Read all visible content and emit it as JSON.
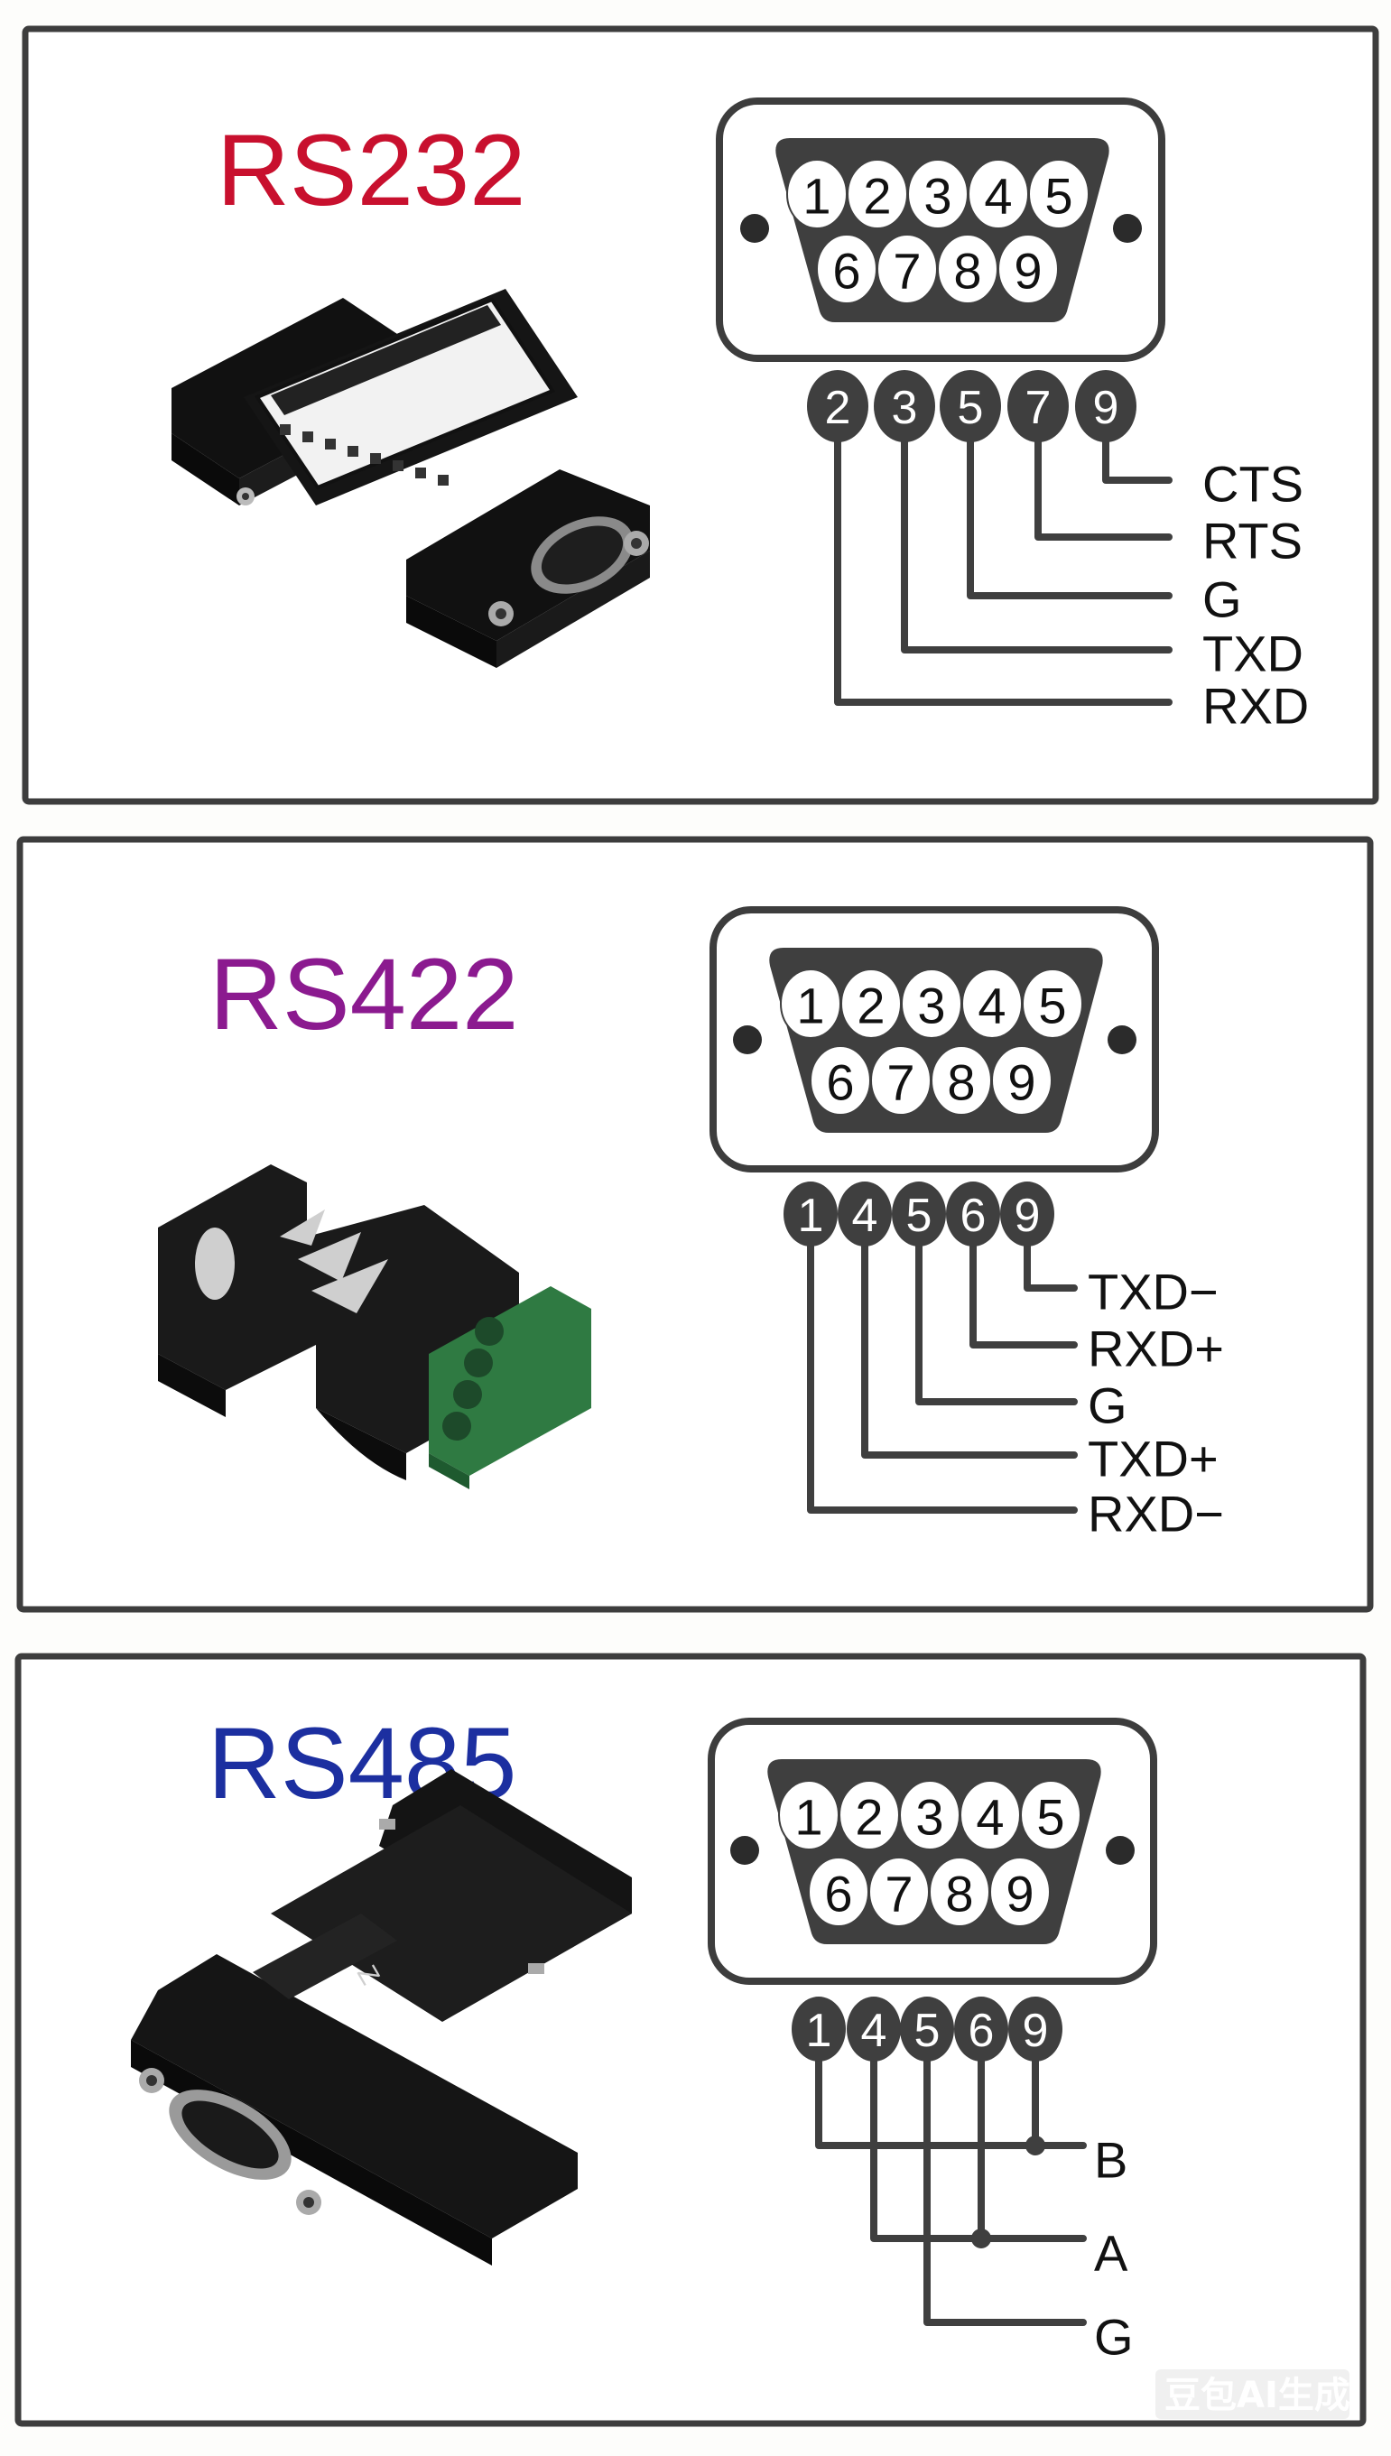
{
  "panels": [
    {
      "id": "rs232",
      "title": "RS232",
      "title_color": "#c8102e",
      "device": "rs232-adapter-photo",
      "connector": {
        "type": "DB9",
        "pins_row1": [
          "1",
          "2",
          "3",
          "4",
          "5"
        ],
        "pins_row2": [
          "6",
          "7",
          "8",
          "9"
        ]
      },
      "pinout": [
        {
          "pin": "2",
          "signal": "RXD"
        },
        {
          "pin": "3",
          "signal": "TXD"
        },
        {
          "pin": "5",
          "signal": "G"
        },
        {
          "pin": "7",
          "signal": "RTS"
        },
        {
          "pin": "9",
          "signal": "CTS"
        }
      ],
      "wiring": "individual"
    },
    {
      "id": "rs422",
      "title": "RS422",
      "title_color": "#8b1a8f",
      "device": "rs422-adapter-photo",
      "connector": {
        "type": "DB9",
        "pins_row1": [
          "1",
          "2",
          "3",
          "4",
          "5"
        ],
        "pins_row2": [
          "6",
          "7",
          "8",
          "9"
        ]
      },
      "pinout": [
        {
          "pin": "1",
          "signal": "RXD−"
        },
        {
          "pin": "4",
          "signal": "TXD+"
        },
        {
          "pin": "5",
          "signal": "G"
        },
        {
          "pin": "6",
          "signal": "RXD+"
        },
        {
          "pin": "9",
          "signal": "TXD−"
        }
      ],
      "wiring": "individual"
    },
    {
      "id": "rs485",
      "title": "RS485",
      "title_color": "#1c2fa0",
      "device": "rs485-adapter-photo",
      "connector": {
        "type": "DB9",
        "pins_row1": [
          "1",
          "2",
          "3",
          "4",
          "5"
        ],
        "pins_row2": [
          "6",
          "7",
          "8",
          "9"
        ]
      },
      "pins_shown": [
        "1",
        "4",
        "5",
        "6",
        "9"
      ],
      "buses": [
        {
          "signal": "B",
          "pins": [
            "1",
            "9"
          ]
        },
        {
          "signal": "A",
          "pins": [
            "4",
            "6"
          ]
        },
        {
          "signal": "G",
          "pins": [
            "5"
          ]
        }
      ],
      "wiring": "bused"
    }
  ],
  "watermark": "豆包AI生成"
}
